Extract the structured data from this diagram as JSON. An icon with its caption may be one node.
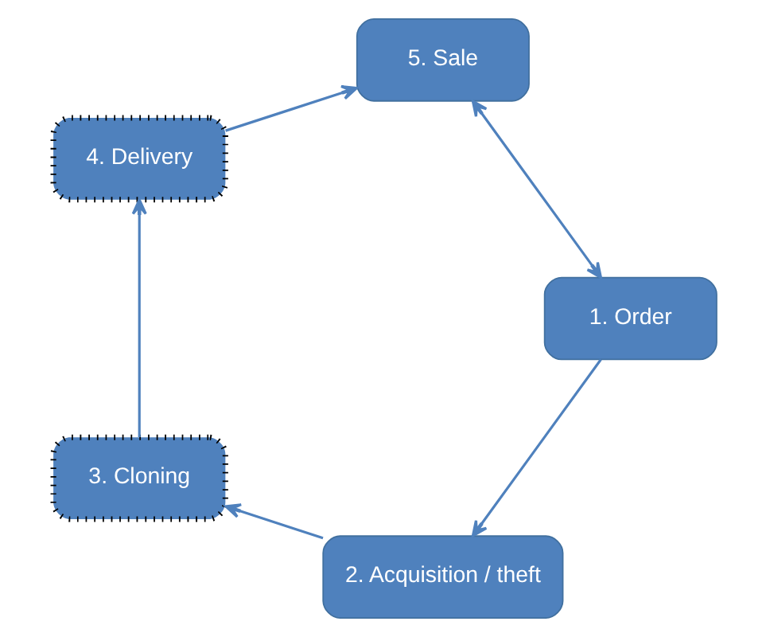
{
  "diagram": {
    "nodes": [
      {
        "text": [
          "2. Acquisition / theft"
        ]
      },
      {
        "text": [
          "1. Order"
        ]
      },
      {
        "text": [
          "3. Cloning"
        ]
      },
      {
        "text": [
          "5. Sale"
        ]
      },
      {
        "text": [
          "4. Delivery"
        ]
      }
    ],
    "edges": [
      {
        "from": 1,
        "to": 0,
        "arrow": "to"
      },
      {
        "from": 0,
        "to": 2,
        "arrow": "to"
      },
      {
        "from": 2,
        "to": 4,
        "arrow": "to"
      },
      {
        "from": 4,
        "to": 3,
        "arrow": "to"
      },
      {
        "from": 1,
        "to": 3,
        "arrow": "both"
      }
    ]
  }
}
